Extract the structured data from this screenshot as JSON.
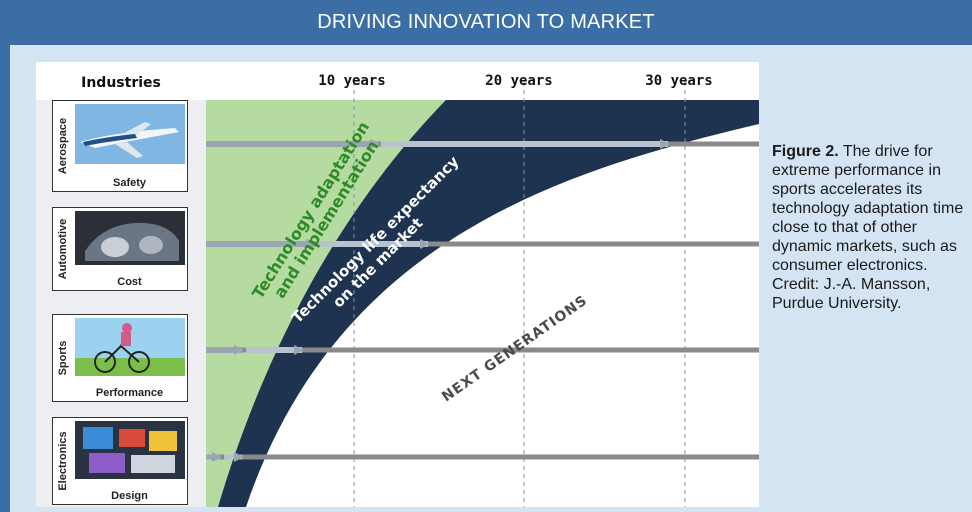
{
  "header": {
    "title": "DRIVING INNOVATION TO MARKET"
  },
  "diagram": {
    "industries_heading": "Industries",
    "year_labels": [
      "10 years",
      "20 years",
      "30 years"
    ],
    "industries": [
      {
        "name": "Aerospace",
        "driver": "Safety"
      },
      {
        "name": "Automotive",
        "driver": "Cost"
      },
      {
        "name": "Sports",
        "driver": "Performance"
      },
      {
        "name": "Electronics",
        "driver": "Design"
      }
    ],
    "green_label_line1": "Technology adaptation",
    "green_label_line2": "and implementation",
    "navy_label_line1": "Technology life expectancy",
    "navy_label_line2": "on the market",
    "next_label": "NEXT GENERATIONS",
    "colors": {
      "header": "#3a6ea5",
      "green": "#b5dba0",
      "navy": "#1e3350",
      "arrow": "#8a8a8a",
      "green_text": "#2f8a2a"
    }
  },
  "caption": {
    "bold": "Figure 2.",
    "text": " The drive for extreme performance in sports accelerates its technology adaptation time close to that of other dynamic markets, such as consumer electronics. Credit: J.-A. Mansson, Purdue University."
  }
}
